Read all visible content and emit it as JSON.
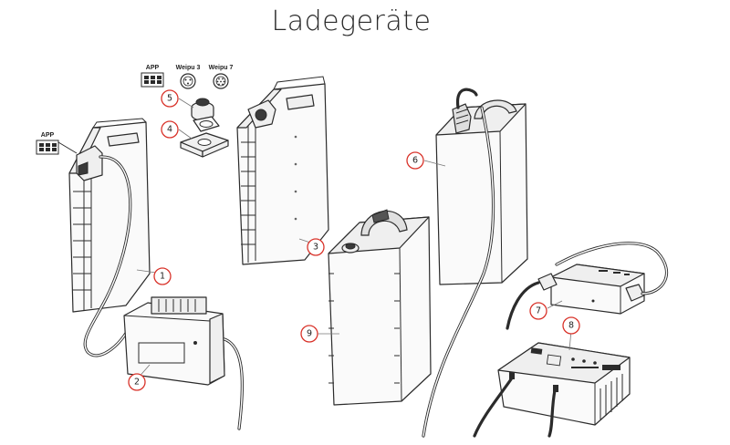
{
  "title": "Ladegeräte",
  "connector_labels": {
    "app_top": "APP",
    "weipu3": "Weipu 3",
    "weipu7": "Weipu 7",
    "app_left": "APP"
  },
  "callouts": [
    "1",
    "2",
    "3",
    "4",
    "5",
    "6",
    "7",
    "8",
    "9"
  ],
  "colors": {
    "callout_ring": "#d9342b",
    "line": "#2b2b2b"
  }
}
